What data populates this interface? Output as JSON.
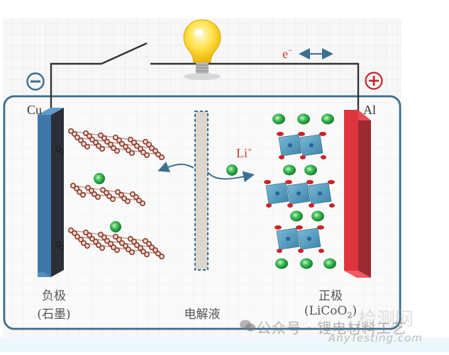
{
  "diagram": {
    "title": "Lithium-ion battery working principle",
    "anode": {
      "terminal_label": "Cu",
      "polarity_symbol": "−",
      "name": "负极",
      "material": "(石墨)"
    },
    "cathode": {
      "terminal_label": "Al",
      "polarity_symbol": "+",
      "name": "正极",
      "material_prefix": "(LiCoO",
      "material_sub": "2",
      "material_suffix": ")"
    },
    "electrolyte": {
      "name": "电解液"
    },
    "electron": {
      "label": "e",
      "sup": "−"
    },
    "ion": {
      "label": "Li",
      "sup": "+"
    },
    "colors": {
      "wire": "#333333",
      "container_border": "#3d6f8e",
      "anode_front": "#3f78a8",
      "anode_side": "#2b2f38",
      "cathode_front": "#e0343d",
      "cathode_side": "#9c2a33",
      "lithium": "#2fa84a",
      "carbon": "#8a3a2a",
      "cobalt_octahedron": "#3c8fb5",
      "oxygen": "#c8242c",
      "minus_circle": "#3d6f8e",
      "plus_circle": "#c8242c",
      "electron_label": "#c0392b",
      "arrow": "#3d6f8e"
    }
  },
  "watermark": {
    "line1": "公众号 · 锂电材料工艺",
    "line2": "AnyTesting.com",
    "overlay": "检测网"
  }
}
